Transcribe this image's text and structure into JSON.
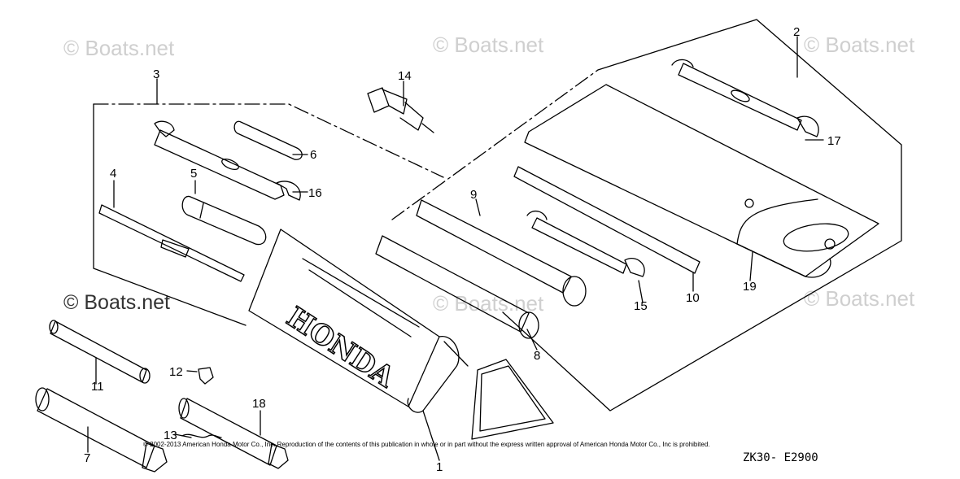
{
  "watermark": "© Boats.net",
  "callouts": {
    "p1": "1",
    "p2": "2",
    "p3": "3",
    "p4": "4",
    "p5": "5",
    "p6": "6",
    "p7": "7",
    "p8": "8",
    "p9": "9",
    "p10": "10",
    "p11": "11",
    "p12": "12",
    "p13": "13",
    "p14": "14",
    "p15": "15",
    "p16": "16",
    "p17": "17",
    "p18": "18",
    "p19": "19"
  },
  "brand_text": "HONDA",
  "copyright": "© 2002-2013 American Honda Motor Co., Inc. Reproduction of the contents of this publication in whole or in part without the express written approval of American Honda Motor Co., Inc is prohibited.",
  "diagram_code": "ZK30- E2900"
}
